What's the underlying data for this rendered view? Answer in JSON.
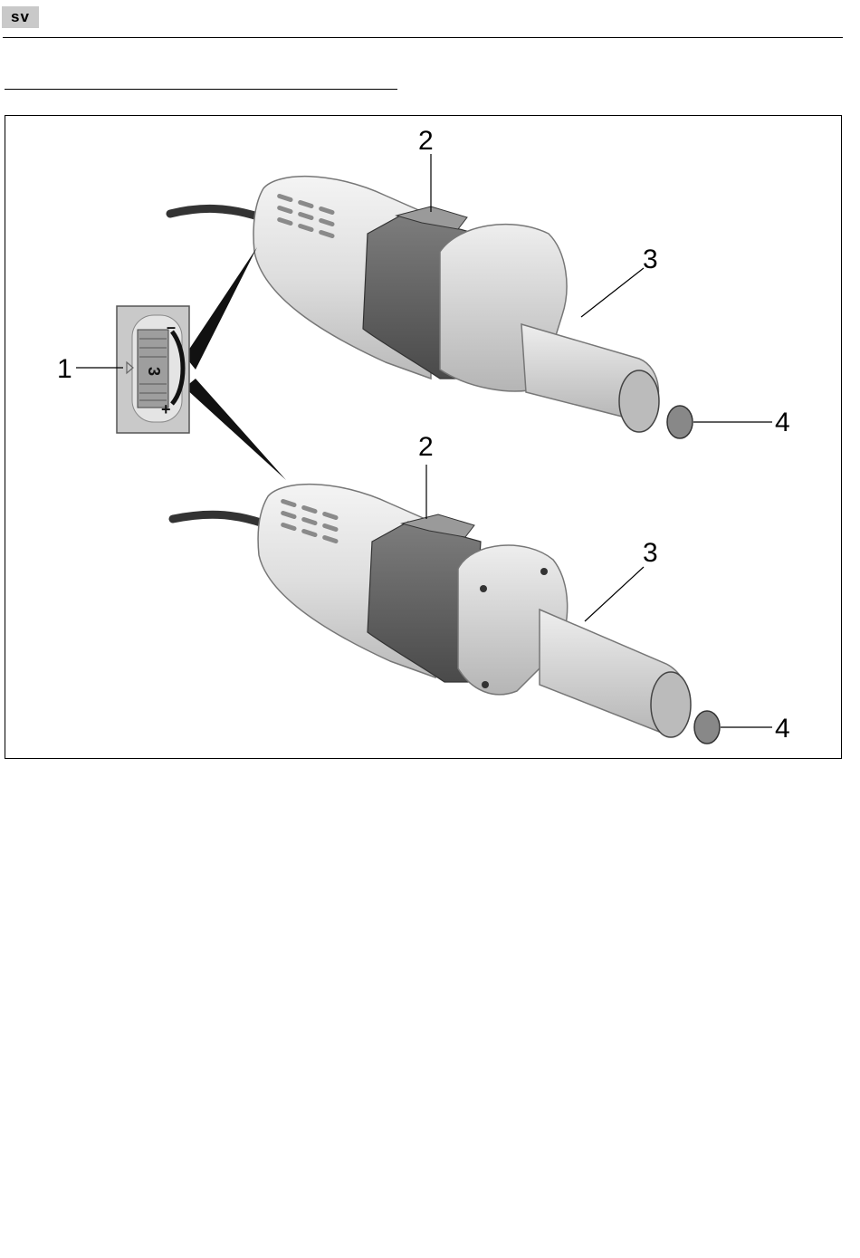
{
  "header": {
    "language_code": "sv"
  },
  "figure": {
    "callouts": {
      "speed_dial": "1",
      "switch_top": "2",
      "collet_top": "3",
      "spindle_top": "4",
      "switch_bottom": "2",
      "collet_bottom": "3",
      "spindle_bottom": "4"
    },
    "dial": {
      "value": "3",
      "minus": "–",
      "plus": "+"
    }
  }
}
